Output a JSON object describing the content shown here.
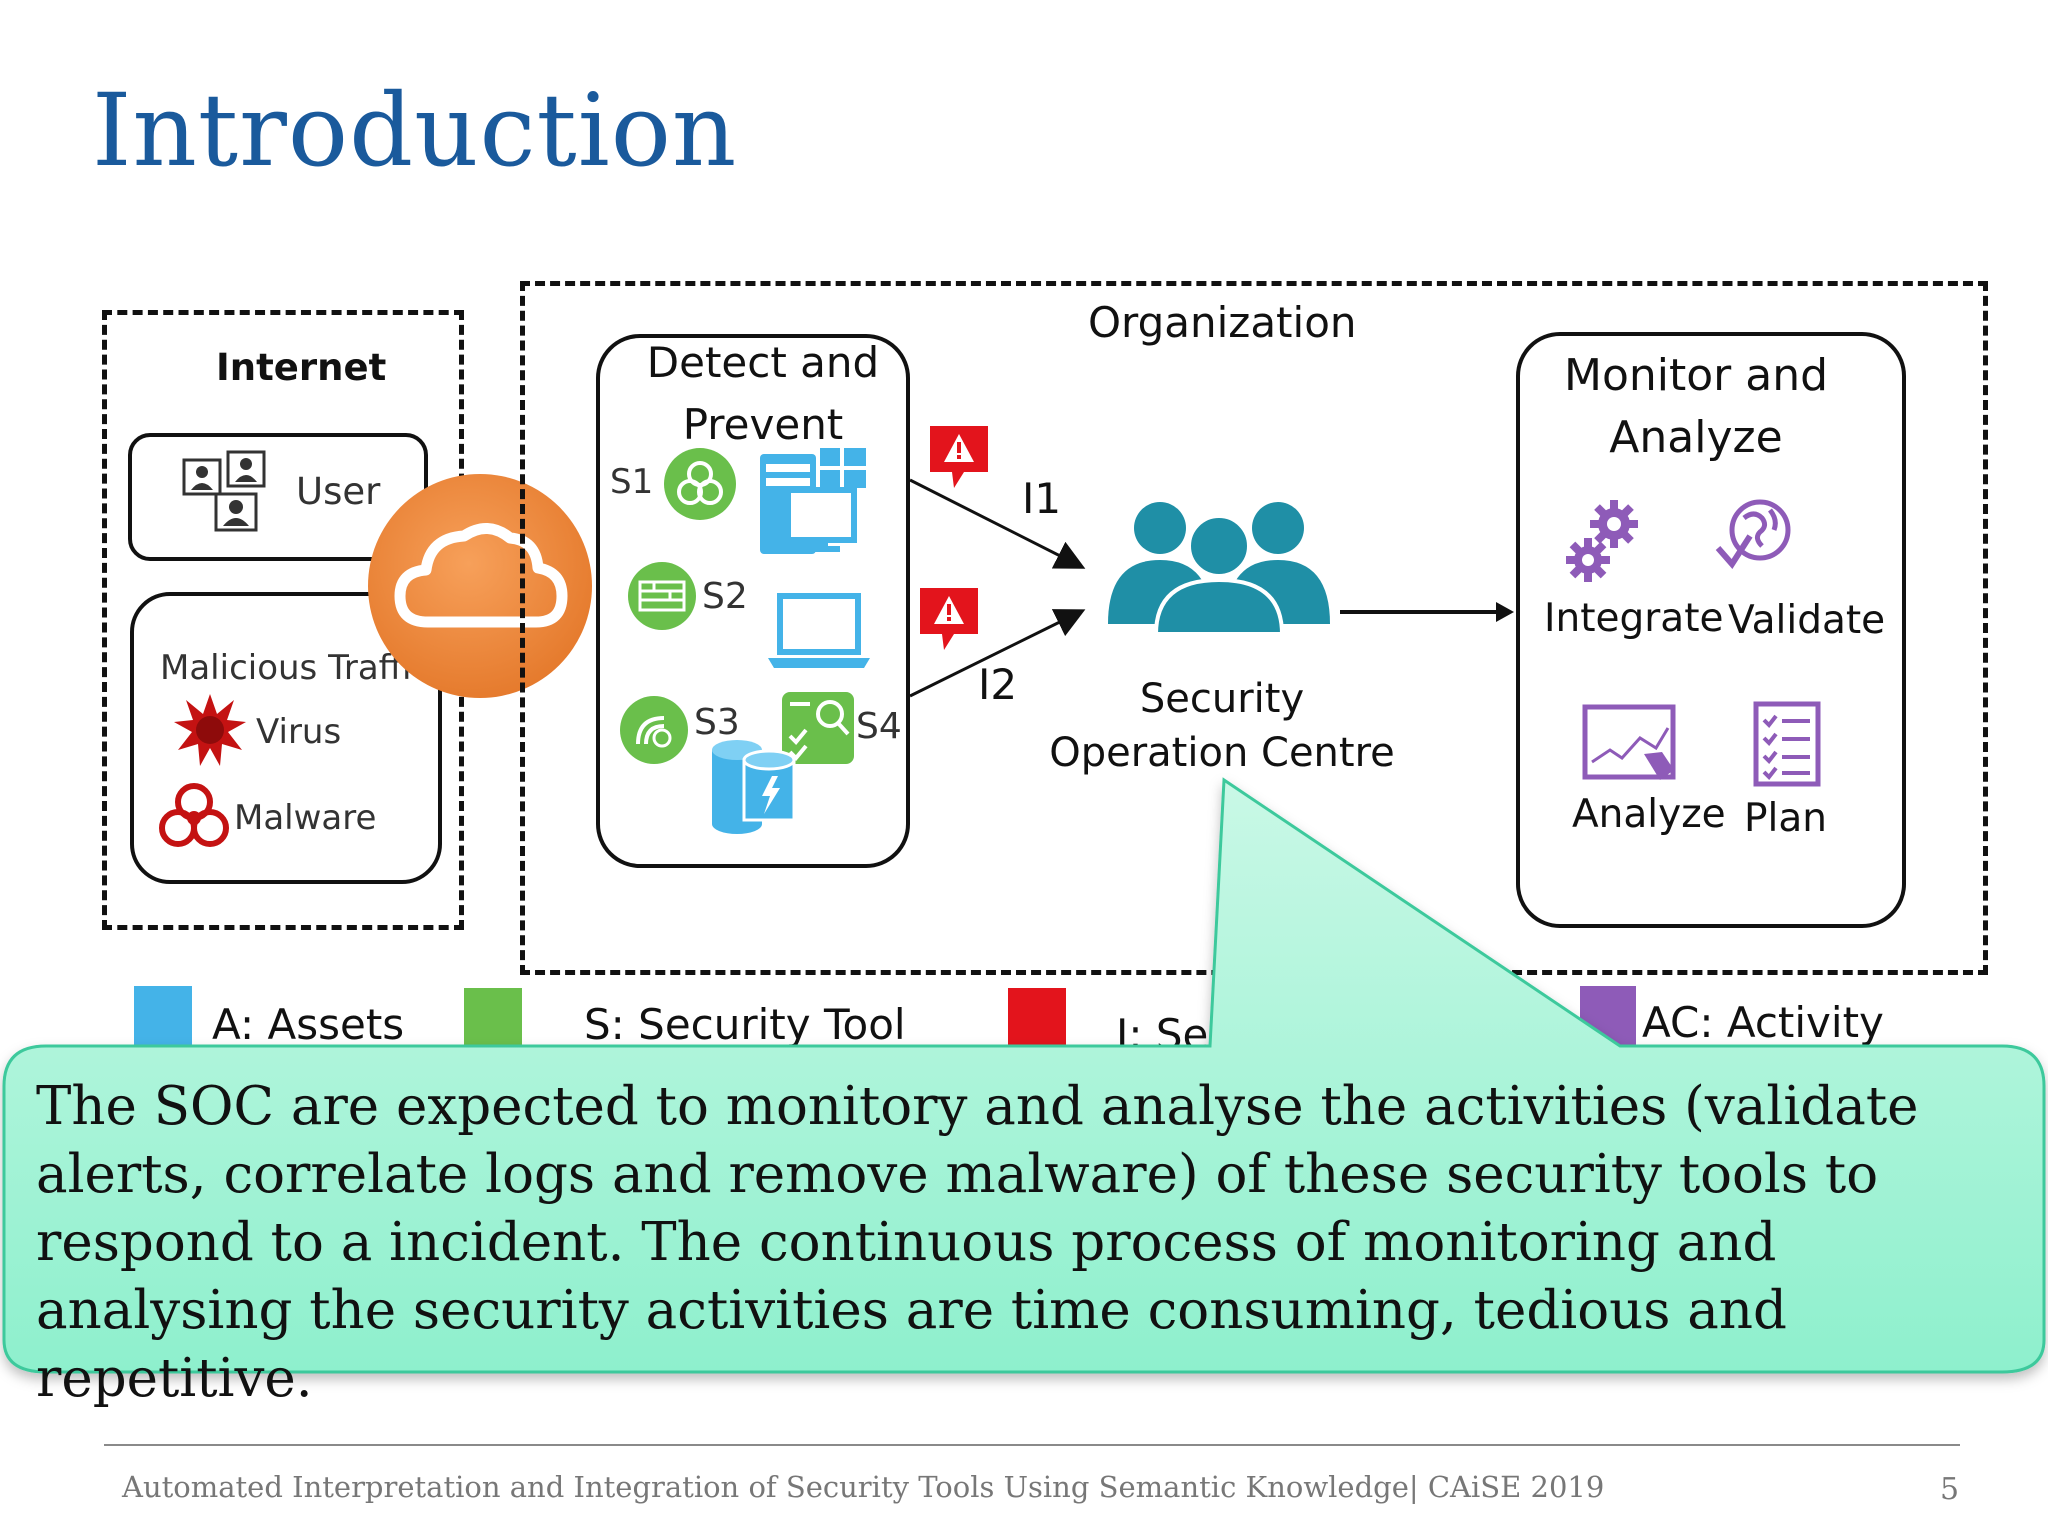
{
  "slide": {
    "title": "Introduction",
    "footer_text": "Automated Interpretation and Integration of Security Tools Using Semantic Knowledge| CAiSE 2019",
    "page_number": "5"
  },
  "diagram": {
    "internet": {
      "title": "Internet",
      "user_label": "User",
      "malicious_title": "Malicious Traffi",
      "virus_label": "Virus",
      "malware_label": "Malware"
    },
    "organization": {
      "title": "Organization",
      "detect": {
        "title_line1": "Detect and",
        "title_line2": "Prevent",
        "s1": "S1",
        "s2": "S2",
        "s3": "S3",
        "s4": "S4"
      },
      "incident_labels": [
        "I1",
        "I2"
      ],
      "soc": {
        "line1": "Security",
        "line2": "Operation Centre"
      },
      "monitor": {
        "title_line1": "Monitor and",
        "title_line2": "Analyze",
        "integrate": "Integrate",
        "validate": "Validate",
        "analyze": "Analyze",
        "plan": "Plan"
      }
    },
    "legend": {
      "assets": "A: Assets",
      "security_tool": "S: Security Tool",
      "incident_partial": "I: Se",
      "activity_partial": "AC: Activity"
    }
  },
  "callout": {
    "text": "The SOC are expected to monitory and analyse the activities (validate alerts, correlate logs and remove malware) of these security tools to respond to a incident. The continuous process of monitoring and analysing the security activities are time consuming, tedious and repetitive."
  },
  "colors": {
    "title": "#1a5a9c",
    "asset_blue": "#44b3e8",
    "tool_green": "#6abf4b",
    "incident_red": "#e3141c",
    "activity_purple": "#8e5bb8",
    "soc_teal": "#1f8fa6",
    "cloud_orange": "#f0883a",
    "callout_green": "#a8f0d4"
  }
}
